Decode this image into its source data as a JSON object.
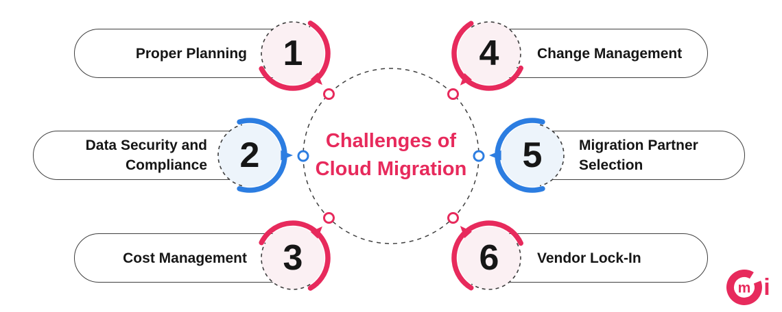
{
  "title": {
    "line1": "Challenges of",
    "line2": "Cloud Migration"
  },
  "items": [
    {
      "number": "1",
      "line1": "Proper Planning",
      "line2": "",
      "accent": "pink"
    },
    {
      "number": "2",
      "line1": "Data Security and",
      "line2": "Compliance",
      "accent": "blue"
    },
    {
      "number": "3",
      "line1": "Cost Management",
      "line2": "",
      "accent": "pink"
    },
    {
      "number": "4",
      "line1": "Change Management",
      "line2": "",
      "accent": "pink"
    },
    {
      "number": "5",
      "line1": "Migration Partner",
      "line2": "Selection",
      "accent": "blue"
    },
    {
      "number": "6",
      "line1": "Vendor Lock-In",
      "line2": "",
      "accent": "pink"
    }
  ],
  "logo": {
    "mark": "m",
    "letter": "i"
  },
  "colors": {
    "pink": "#E72A5C",
    "blue": "#2C7DE1",
    "pink_light": "#FBF0F3",
    "blue_light": "#EDF4FB",
    "ink": "#161616",
    "line": "#3D3D3D"
  }
}
